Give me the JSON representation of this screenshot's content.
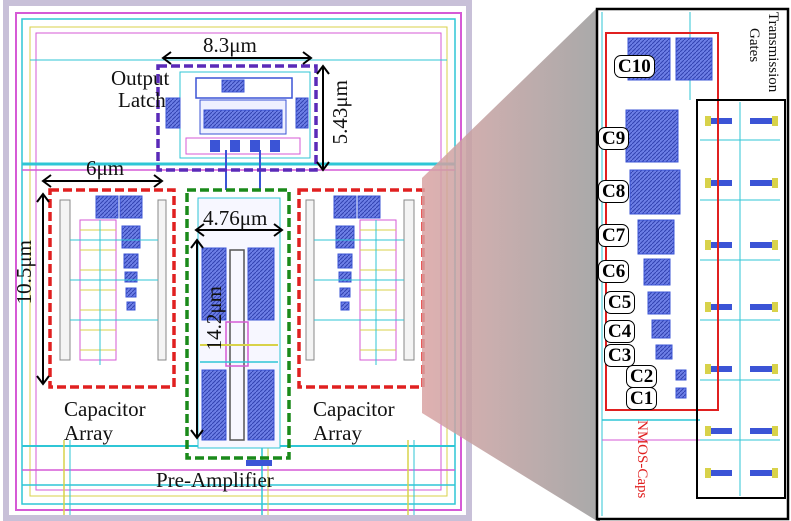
{
  "colors": {
    "latch_box": "#5a2ab8",
    "capacitor_box": "#e02020",
    "preamp_box": "#1a8a1a",
    "metal_blue": "#3b54d6",
    "metal_cyan": "#2fc6d6",
    "metal_magenta": "#d65ad6",
    "metal_yellow": "#d8d24a",
    "zoom_wedge": "#c8a0a0"
  },
  "blocks": {
    "output_latch": {
      "label_line1": "Output",
      "label_line2": "Latch",
      "width_dim": "8.3μm",
      "height_dim": "5.43μm"
    },
    "capacitor_left": {
      "label_line1": "Capacitor",
      "label_line2": "Array",
      "width_dim": "6μm",
      "height_dim": "10.5μm"
    },
    "capacitor_right": {
      "label_line1": "Capacitor",
      "label_line2": "Array"
    },
    "pre_amplifier": {
      "label": "Pre-Amplifier",
      "width_dim": "4.76μm",
      "height_dim": "14.2μm"
    }
  },
  "zoom_panel": {
    "transmission_label_line1": "Transmission",
    "transmission_label_line2": "Gates",
    "nmos_label": "NMOS-Caps",
    "capacitors": [
      "C10",
      "C9",
      "C8",
      "C7",
      "C6",
      "C5",
      "C4",
      "C3",
      "C2",
      "C1"
    ]
  }
}
